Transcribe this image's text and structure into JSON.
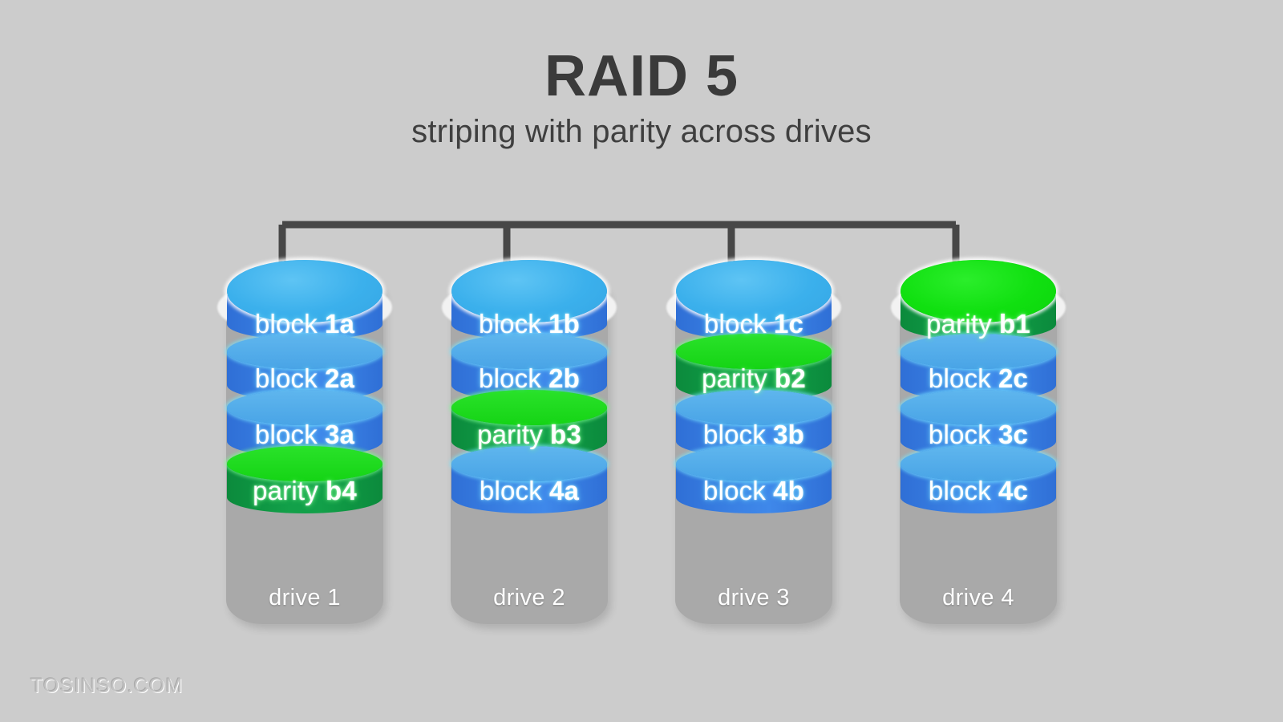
{
  "header": {
    "title": "RAID 5",
    "subtitle": "striping with parity across drives"
  },
  "watermark": "TOSINSO.COM",
  "colors": {
    "background": "#cccccc",
    "title_text": "#3a3a3a",
    "chassis_gray": "#a9a9a9",
    "block_blue_body": "#3a80e3",
    "block_blue_lip": "#49a4e6",
    "block_blue_cap": "#3bb0ec",
    "parity_green_body": "#12a049",
    "parity_green_lip": "#15d415",
    "parity_green_cap": "#10e010",
    "bus_line": "#474747",
    "label_text": "#ffffff"
  },
  "bus": {
    "name": "controller-bus",
    "line_color": "#474747",
    "stroke_width": 9,
    "drop_count": 4
  },
  "diagram": {
    "drive_count": 4,
    "segments_per_drive": 4,
    "drives": [
      {
        "id": "drive-1",
        "label": "drive 1",
        "segments": [
          {
            "kind": "block",
            "index": "1a",
            "type": "data"
          },
          {
            "kind": "block",
            "index": "2a",
            "type": "data"
          },
          {
            "kind": "block",
            "index": "3a",
            "type": "data"
          },
          {
            "kind": "parity",
            "index": "b4",
            "type": "parity"
          }
        ]
      },
      {
        "id": "drive-2",
        "label": "drive 2",
        "segments": [
          {
            "kind": "block",
            "index": "1b",
            "type": "data"
          },
          {
            "kind": "block",
            "index": "2b",
            "type": "data"
          },
          {
            "kind": "parity",
            "index": "b3",
            "type": "parity"
          },
          {
            "kind": "block",
            "index": "4a",
            "type": "data"
          }
        ]
      },
      {
        "id": "drive-3",
        "label": "drive 3",
        "segments": [
          {
            "kind": "block",
            "index": "1c",
            "type": "data"
          },
          {
            "kind": "parity",
            "index": "b2",
            "type": "parity"
          },
          {
            "kind": "block",
            "index": "3b",
            "type": "data"
          },
          {
            "kind": "block",
            "index": "4b",
            "type": "data"
          }
        ]
      },
      {
        "id": "drive-4",
        "label": "drive 4",
        "segments": [
          {
            "kind": "parity",
            "index": "b1",
            "type": "parity"
          },
          {
            "kind": "block",
            "index": "2c",
            "type": "data"
          },
          {
            "kind": "block",
            "index": "3c",
            "type": "data"
          },
          {
            "kind": "block",
            "index": "4c",
            "type": "data"
          }
        ]
      }
    ]
  }
}
